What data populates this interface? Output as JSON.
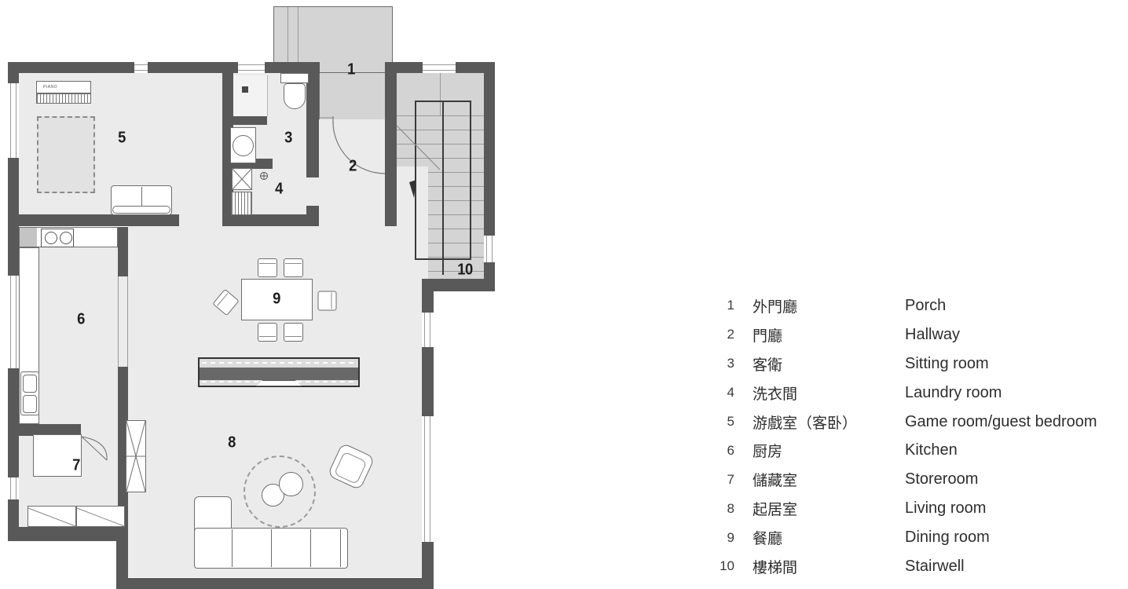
{
  "title": "First floor plan with room legend",
  "colors": {
    "wall": "#595959",
    "floor": "#ebebeb",
    "porch_and_stairs": "#d4d4d4",
    "bed_fill": "#e2e2e2",
    "sideboard_band": "#686868",
    "background": "#ffffff",
    "text": "#2e2e2e"
  },
  "plan": {
    "piano_label": "PIANO",
    "labels": [
      {
        "num": "1"
      },
      {
        "num": "2"
      },
      {
        "num": "3"
      },
      {
        "num": "4"
      },
      {
        "num": "5"
      },
      {
        "num": "6"
      },
      {
        "num": "7"
      },
      {
        "num": "8"
      },
      {
        "num": "9"
      },
      {
        "num": "10"
      }
    ]
  },
  "legend": {
    "items": [
      {
        "num": "1",
        "zh": "外門廳",
        "en": "Porch"
      },
      {
        "num": "2",
        "zh": "門廳",
        "en": "Hallway"
      },
      {
        "num": "3",
        "zh": "客衛",
        "en": "Sitting room"
      },
      {
        "num": "4",
        "zh": "洗衣間",
        "en": "Laundry room"
      },
      {
        "num": "5",
        "zh": "游戲室（客卧）",
        "en": "Game room/guest bedroom"
      },
      {
        "num": "6",
        "zh": "厨房",
        "en": "Kitchen"
      },
      {
        "num": "7",
        "zh": "儲藏室",
        "en": "Storeroom"
      },
      {
        "num": "8",
        "zh": "起居室",
        "en": "Living room"
      },
      {
        "num": "9",
        "zh": "餐廳",
        "en": "Dining room"
      },
      {
        "num": "10",
        "zh": "樓梯間",
        "en": "Stairwell"
      }
    ]
  }
}
